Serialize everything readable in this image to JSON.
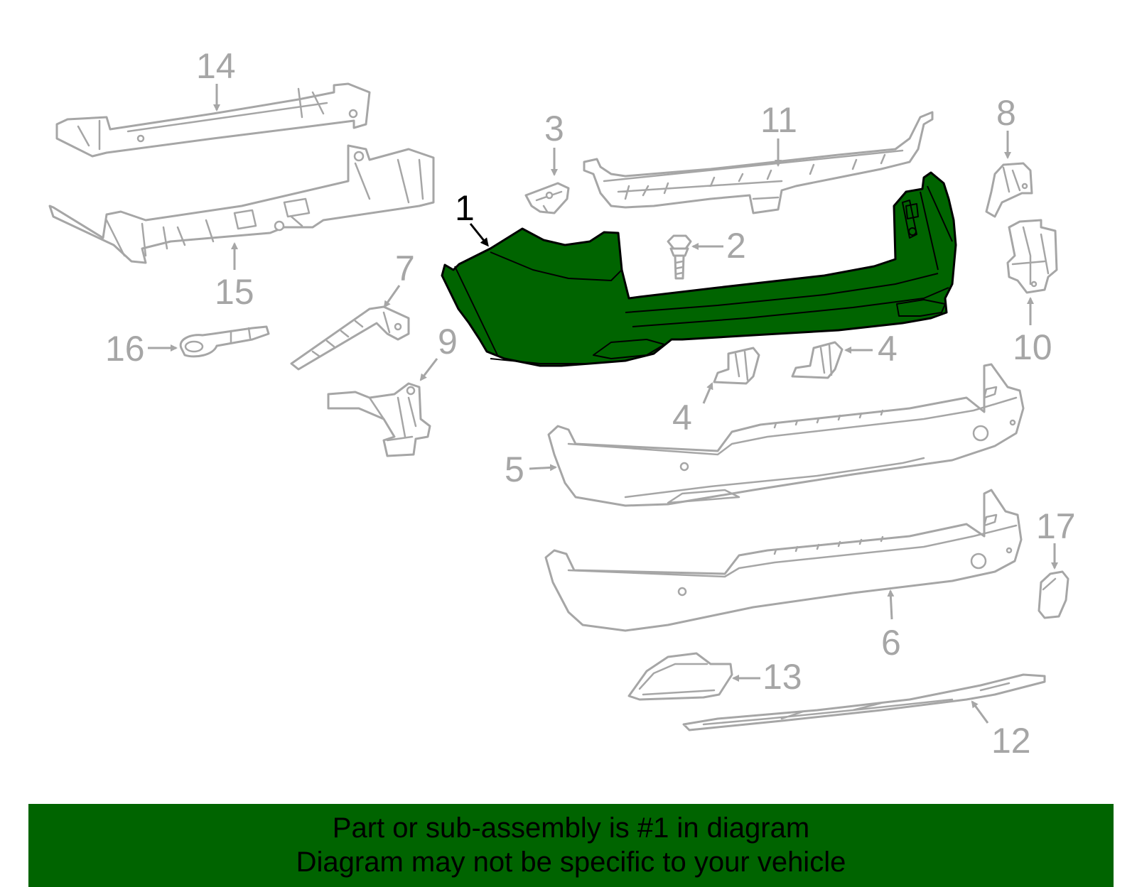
{
  "callouts": {
    "c1": "1",
    "c2": "2",
    "c3": "3",
    "c4a": "4",
    "c4b": "4",
    "c5": "5",
    "c6": "6",
    "c7": "7",
    "c8": "8",
    "c9": "9",
    "c10": "10",
    "c11": "11",
    "c12": "12",
    "c13": "13",
    "c14": "14",
    "c15": "15",
    "c16": "16",
    "c17": "17"
  },
  "highlighted_part": "1",
  "banner": {
    "line1": "Part or sub-assembly is #1 in diagram",
    "line2": "Diagram may not be specific to your vehicle"
  },
  "colors": {
    "highlight_fill": "#006400",
    "banner_background": "#006400",
    "parts_outline": "#a6a6a6"
  }
}
